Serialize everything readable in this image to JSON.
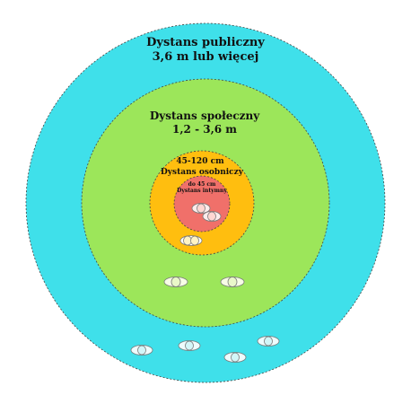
{
  "zones": {
    "public": {
      "title": "Dystans publiczny",
      "range": "3,6 m lub więcej",
      "color": "#3fe0ea"
    },
    "social": {
      "title": "Dystans społeczny",
      "range": "1,2 - 3,6 m",
      "color": "#9ce65a"
    },
    "personal": {
      "range": "45-120 cm",
      "title": "Dystans osobniczy",
      "color": "#ffbe0f"
    },
    "intimate": {
      "range": "do 45 cm",
      "title": "Dystans intymny",
      "color": "#f0706a"
    }
  },
  "figure_colors": {
    "intimate_pair": [
      "#ffd7d2",
      "#ffeceb"
    ],
    "personal_pair": [
      "#fff3c4",
      "#ffffff"
    ],
    "social_pair": [
      "#e9f8c9",
      "#f7fde6"
    ],
    "public_group": [
      "#d2f6f8",
      "#eefcfd"
    ]
  }
}
